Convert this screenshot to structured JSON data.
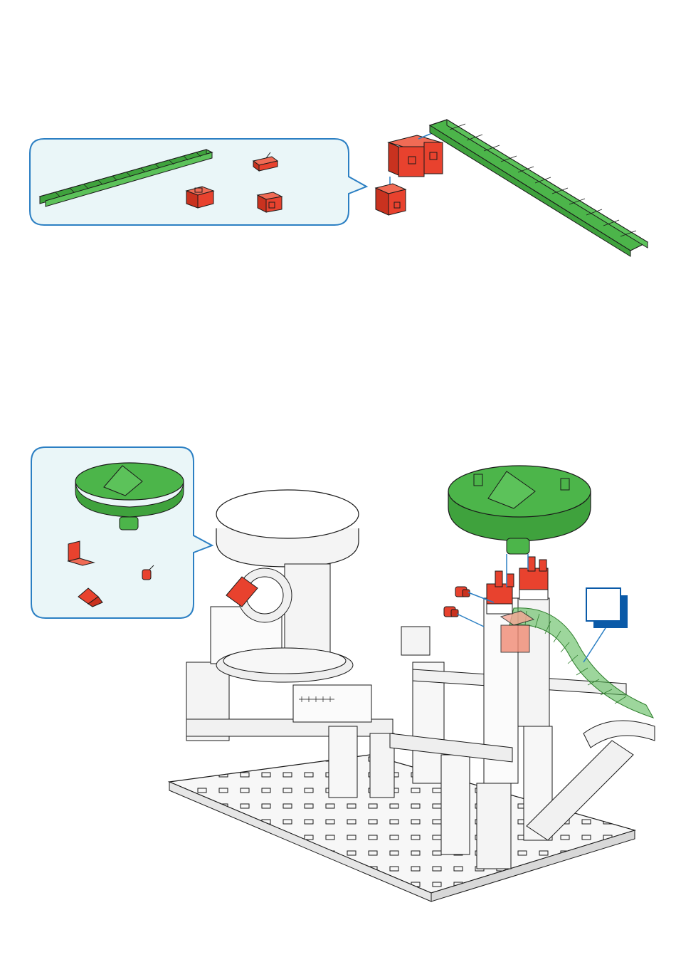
{
  "colors": {
    "part_red": "#e8422e",
    "part_green": "#4cb54a",
    "callout_border": "#2b7fc3",
    "callout_fill": "#eaf6f8",
    "outline": "#1a1a1a",
    "grey_part": "#f4f4f4",
    "blue_box": "#0a5aa8"
  },
  "steps": [
    {
      "callout_parts": [
        "green-rail",
        "red-joint-small",
        "red-building-block-30",
        "red-building-block-15"
      ],
      "assembly_parts": [
        "red-block-stack",
        "red-block-lower",
        "green-rail-long"
      ]
    },
    {
      "callout_parts": [
        "green-turntable",
        "red-angle-bracket",
        "red-clip",
        "red-angle-block"
      ],
      "assembly_parts": [
        "green-turntable",
        "red-clip-pair",
        "red-bracket-pair",
        "green-curved-rail",
        "machine-model",
        "base-plate"
      ],
      "indicator_box": ""
    }
  ]
}
